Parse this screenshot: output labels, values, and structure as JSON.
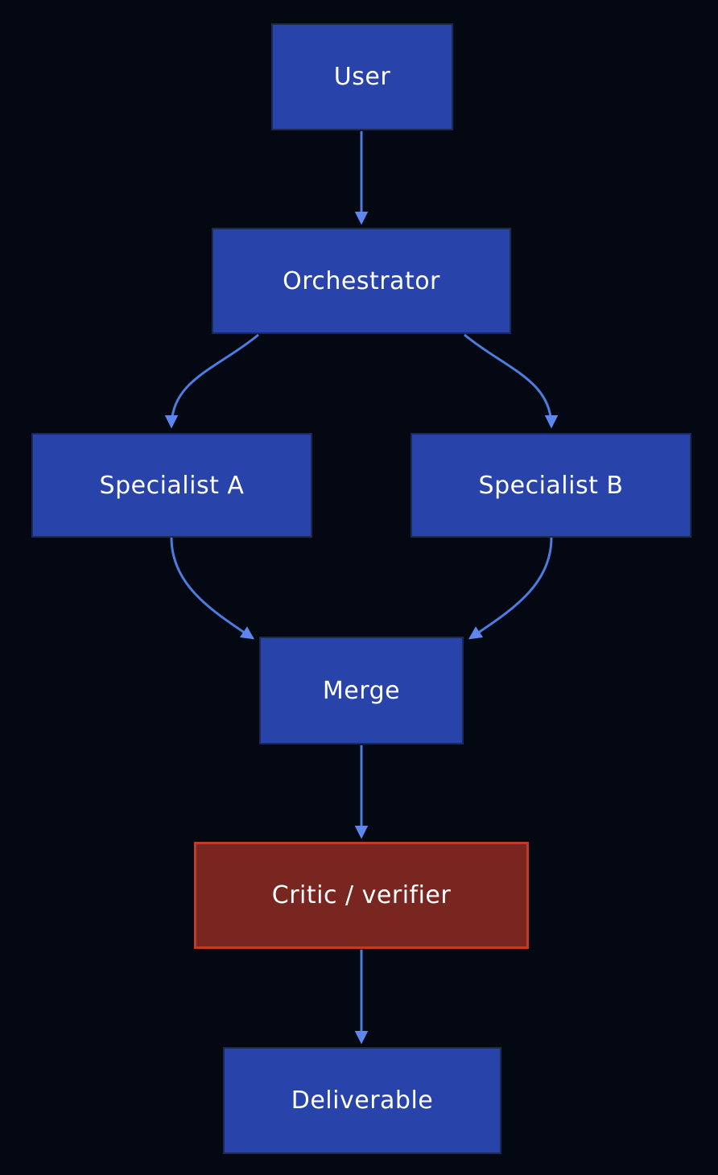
{
  "diagram": {
    "type": "flowchart",
    "nodes": [
      {
        "id": "user",
        "label": "User",
        "style": "blue"
      },
      {
        "id": "orchestrator",
        "label": "Orchestrator",
        "style": "blue"
      },
      {
        "id": "specialist_a",
        "label": "Specialist A",
        "style": "blue"
      },
      {
        "id": "specialist_b",
        "label": "Specialist B",
        "style": "blue"
      },
      {
        "id": "merge",
        "label": "Merge",
        "style": "blue"
      },
      {
        "id": "critic_verifier",
        "label": "Critic / verifier",
        "style": "red"
      },
      {
        "id": "deliverable",
        "label": "Deliverable",
        "style": "blue"
      }
    ],
    "edges": [
      {
        "from": "user",
        "to": "orchestrator"
      },
      {
        "from": "orchestrator",
        "to": "specialist_a"
      },
      {
        "from": "orchestrator",
        "to": "specialist_b"
      },
      {
        "from": "specialist_a",
        "to": "merge"
      },
      {
        "from": "specialist_b",
        "to": "merge"
      },
      {
        "from": "merge",
        "to": "critic_verifier"
      },
      {
        "from": "critic_verifier",
        "to": "deliverable"
      }
    ],
    "colors": {
      "background": "#030812",
      "node_blue_fill": "#2843a9",
      "node_blue_border": "#1b2b55",
      "node_red_fill": "#78261f",
      "node_red_border": "#c13a2b",
      "edge_line": "#4d7ce0",
      "edge_arrow": "#5d87ee",
      "text": "#ffffff"
    }
  }
}
